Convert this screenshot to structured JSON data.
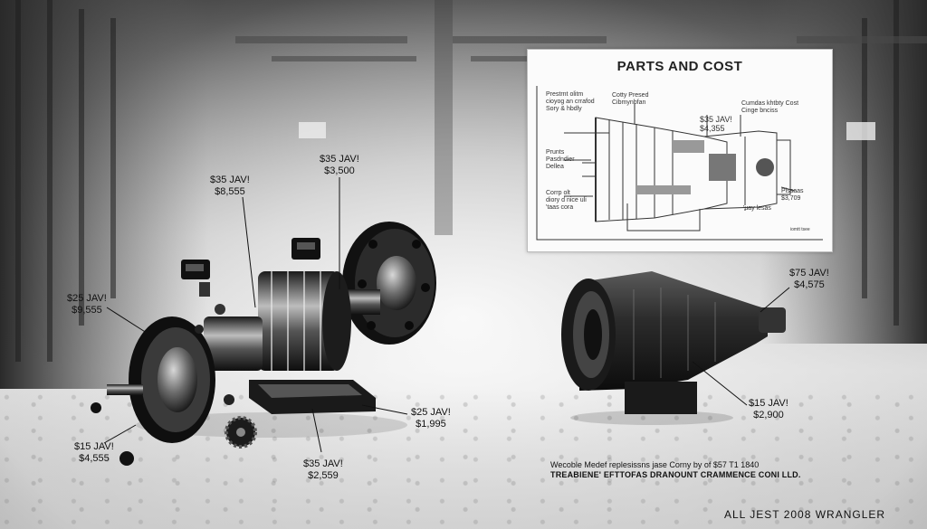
{
  "panel": {
    "title": "PARTS AND COST",
    "labels": {
      "tl": [
        "Prestrnt olitm",
        "cioyog an crrafod",
        "Sory & hbdly"
      ],
      "tc": [
        "Cotty Presed",
        "Cibmynbfan"
      ],
      "tr": [
        "Cumdas khtbty Cost",
        "Cinge bnciss"
      ],
      "price": [
        "$35 JAV!",
        "$4,355"
      ],
      "ml": [
        "Prunts",
        "Pasdndier",
        "Dellea"
      ],
      "bl": [
        "Corrp olt",
        "diory d nice uli",
        "'taas cora"
      ],
      "br": [
        "Pissaas",
        "$3,709"
      ],
      "bc": "'uay lesas",
      "corner": "iomtt tsee"
    }
  },
  "labels": {
    "l1": [
      "$35 JAV!",
      "$8,555"
    ],
    "l2": [
      "$35 JAV!",
      "$3,500"
    ],
    "l3": [
      "$25 JAV!",
      "$9,555"
    ],
    "l4": [
      "$15 JAV!",
      "$4,555"
    ],
    "l5": [
      "$35 JAV!",
      "$2,559"
    ],
    "l6": [
      "$25 JAV!",
      "$1,995"
    ],
    "r1": [
      "$75 JAV!",
      "$4,575"
    ],
    "r2": [
      "$15 JAV!",
      "$2,900"
    ]
  },
  "caption": {
    "line1": "Wecoble Medef replesissns jase Corny by of $57 T1 1840",
    "line2": "TREABIENE' EFTTOFAS DRANOUNT CRAMMENCE CONI LLD."
  },
  "footer": "ALL JEST 2008 WRANGLER"
}
